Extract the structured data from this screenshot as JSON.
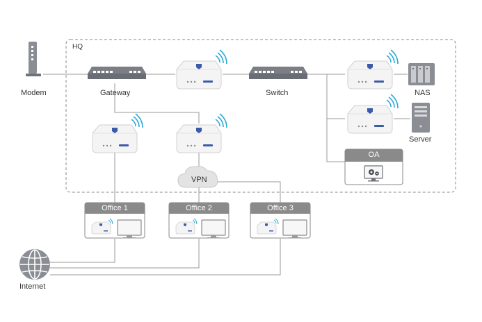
{
  "hq": {
    "label": "HQ"
  },
  "devices": {
    "modem": "Modem",
    "gateway": "Gateway",
    "switch": "Switch",
    "nas": "NAS",
    "server": "Server",
    "vpn": "VPN",
    "internet": "Internet"
  },
  "boxes": {
    "oa": "OA",
    "office1": "Office 1",
    "office2": "Office 2",
    "office3": "Office 3"
  },
  "colors": {
    "line": "#9a9a9a",
    "dashed_border": "#8a8a8a",
    "device_body": "#f3f3f3",
    "device_accent": "#3b5aa8",
    "wifi": "#2aa7d6",
    "box_header": "#8a8a8a",
    "cloud": "#e3e3e3"
  }
}
